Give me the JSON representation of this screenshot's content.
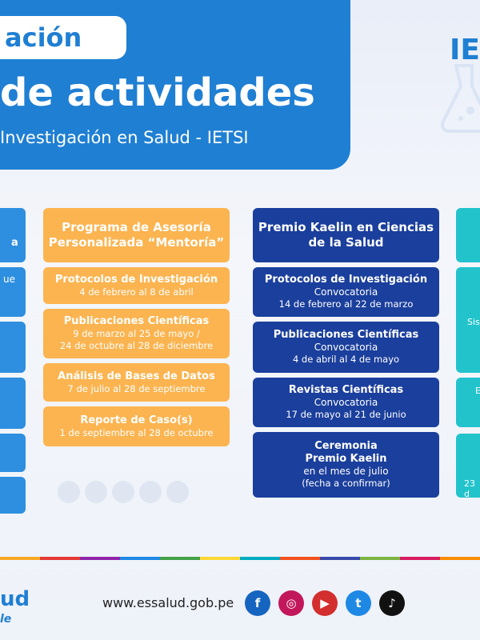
{
  "header": {
    "tag": "ación",
    "title": "de actividades",
    "subtitle": "Investigación en Salud - IETSI",
    "brand_corner": "IE"
  },
  "left_column": {
    "items": [
      "a",
      "ue",
      "",
      "",
      "",
      ""
    ]
  },
  "mentoria": {
    "title": "Programa de Asesoría Personalizada “Mentoría”",
    "items": [
      {
        "title": "Protocolos de Investigación",
        "dates": "4 de febrero al 8 de abril"
      },
      {
        "title": "Publicaciones Científicas",
        "dates": "9 de marzo al 25 de mayo /",
        "dates2": "24 de octubre al 28 de diciembre"
      },
      {
        "title": "Análisis de Bases de Datos",
        "dates": "7 de julio al 28 de septiembre"
      },
      {
        "title": "Reporte de Caso(s)",
        "dates": "1 de septiembre al 28 de octubre"
      }
    ]
  },
  "kaelin": {
    "title": "Premio Kaelin en Ciencias de la Salud",
    "items": [
      {
        "title": "Protocolos de Investigación",
        "sub": "Convocatoria",
        "dates": "14 de febrero al 22 de marzo"
      },
      {
        "title": "Publicaciones Científicas",
        "sub": "Convocatoria",
        "dates": "4 de abril al 4 de mayo"
      },
      {
        "title": "Revistas Científicas",
        "sub": "Convocatoria",
        "dates": "17 de mayo al 21 de junio"
      },
      {
        "title": "Ceremonia Premio Kaelin",
        "sub": "en el mes de julio",
        "dates": "(fecha a confirmar)"
      }
    ]
  },
  "right_column": {
    "items": [
      "",
      "",
      "Sis",
      "E",
      "23 d"
    ]
  },
  "footer": {
    "logo": "ud",
    "logo_tag": "le",
    "url": "www.essalud.gob.pe",
    "social": [
      {
        "icon": "facebook-icon",
        "glyph": "f",
        "color": "#1565c0"
      },
      {
        "icon": "instagram-icon",
        "glyph": "◎",
        "color": "#c2185b"
      },
      {
        "icon": "youtube-icon",
        "glyph": "▶",
        "color": "#d32f2f"
      },
      {
        "icon": "twitter-icon",
        "glyph": "t",
        "color": "#1e88e5"
      },
      {
        "icon": "tiktok-icon",
        "glyph": "♪",
        "color": "#111111"
      }
    ]
  },
  "colors": {
    "header_blue": "#1f7fd3",
    "orange": "#fbb450",
    "navy": "#1b3f9c",
    "teal": "#23c3cc"
  }
}
